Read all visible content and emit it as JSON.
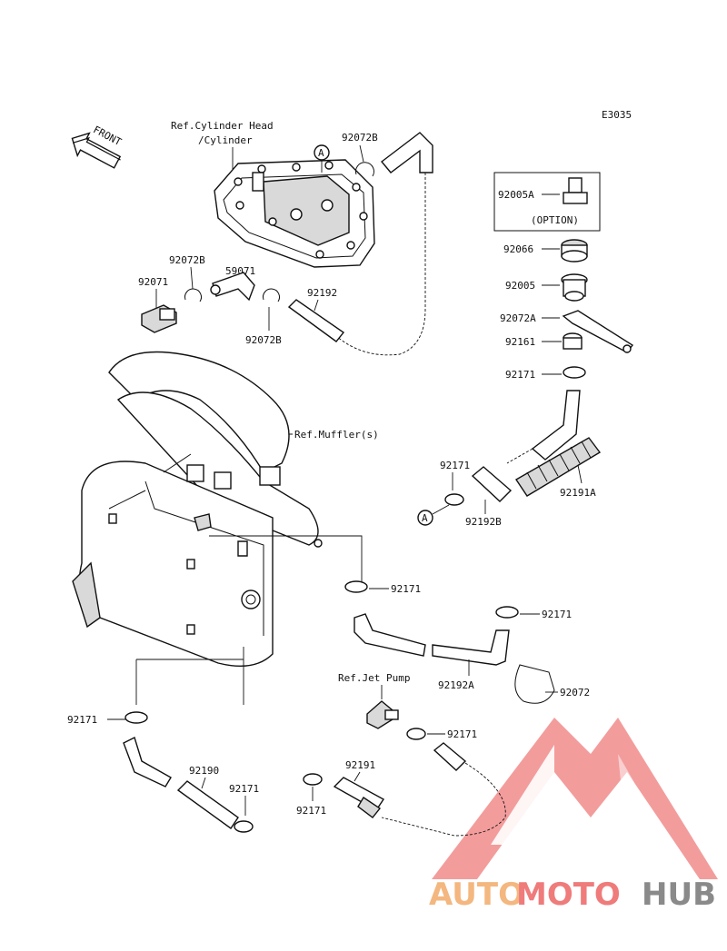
{
  "diagram": {
    "code": "E3035",
    "front_label": "FRONT",
    "circle_ref": "A",
    "refs": {
      "cylinder_head_1": "Ref.Cylinder Head",
      "cylinder_head_2": "/Cylinder",
      "muffler": "Ref.Muffler(s)",
      "jet_pump": "Ref.Jet Pump"
    },
    "option_label": "(OPTION)",
    "parts": {
      "p92072B_top": "92072B",
      "p59071": "59071",
      "p92072B_left": "92072B",
      "p92071": "92071",
      "p92192": "92192",
      "p92072B_bottom": "92072B",
      "p92005A": "92005A",
      "p92066": "92066",
      "p92005": "92005",
      "p92072A": "92072A",
      "p92161": "92161",
      "p92171_r1": "92171",
      "p92171_r2": "92171",
      "p92191A": "92191A",
      "p92192B": "92192B",
      "p92171_mid": "92171",
      "p92171_right": "92171",
      "p92192A": "92192A",
      "p92072": "92072",
      "p92171_jet": "92171",
      "p92171_left": "92171",
      "p92190": "92190",
      "p92171_low": "92171",
      "p92191": "92191",
      "p92171_bottom": "92171"
    }
  },
  "watermark": {
    "part1": "AUTO",
    "part2": "MOTO",
    "part3": "HUB",
    "colors": {
      "auto": "#f3b77f",
      "moto": "#ef7b7b",
      "hub": "#8a8a8a",
      "logo": "#ef7b7b"
    }
  }
}
